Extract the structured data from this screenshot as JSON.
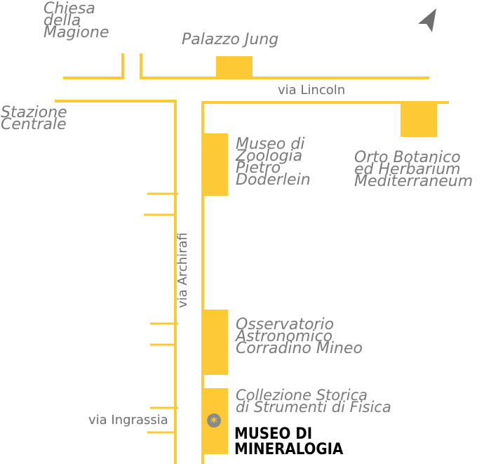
{
  "colors": {
    "road": "#fdca35",
    "label": "#7a7a7a",
    "highlight": "#000000",
    "marker": "#8a8a8a",
    "north_arrow": "#6f6f6f"
  },
  "icons": {
    "north_arrow": "north-arrow-icon",
    "museum_marker": "asterisk-marker-icon"
  },
  "places": {
    "chiesa": [
      "Chiesa",
      "della",
      "Magione"
    ],
    "palazzo": [
      "Palazzo Jung"
    ],
    "stazione": [
      "Stazione",
      "Centrale"
    ],
    "museo_zoologia": [
      "Museo di",
      "Zoologia",
      "Pietro",
      "Doderlein"
    ],
    "orto": [
      "Orto Botanico",
      "ed Herbarium",
      "Mediterraneum"
    ],
    "osservatorio": [
      "Osservatorio",
      "Astronomico",
      "Corradino Mineo"
    ],
    "collezione": [
      "Collezione Storica",
      "di Strumenti di Fisica"
    ]
  },
  "highlight": {
    "museo_mineralogia": [
      "MUSEO DI",
      "MINERALOGIA"
    ]
  },
  "streets": {
    "lincoln": "via Lincoln",
    "archirafi": "via Archirafi",
    "ingrassia": "via Ingrassia"
  }
}
